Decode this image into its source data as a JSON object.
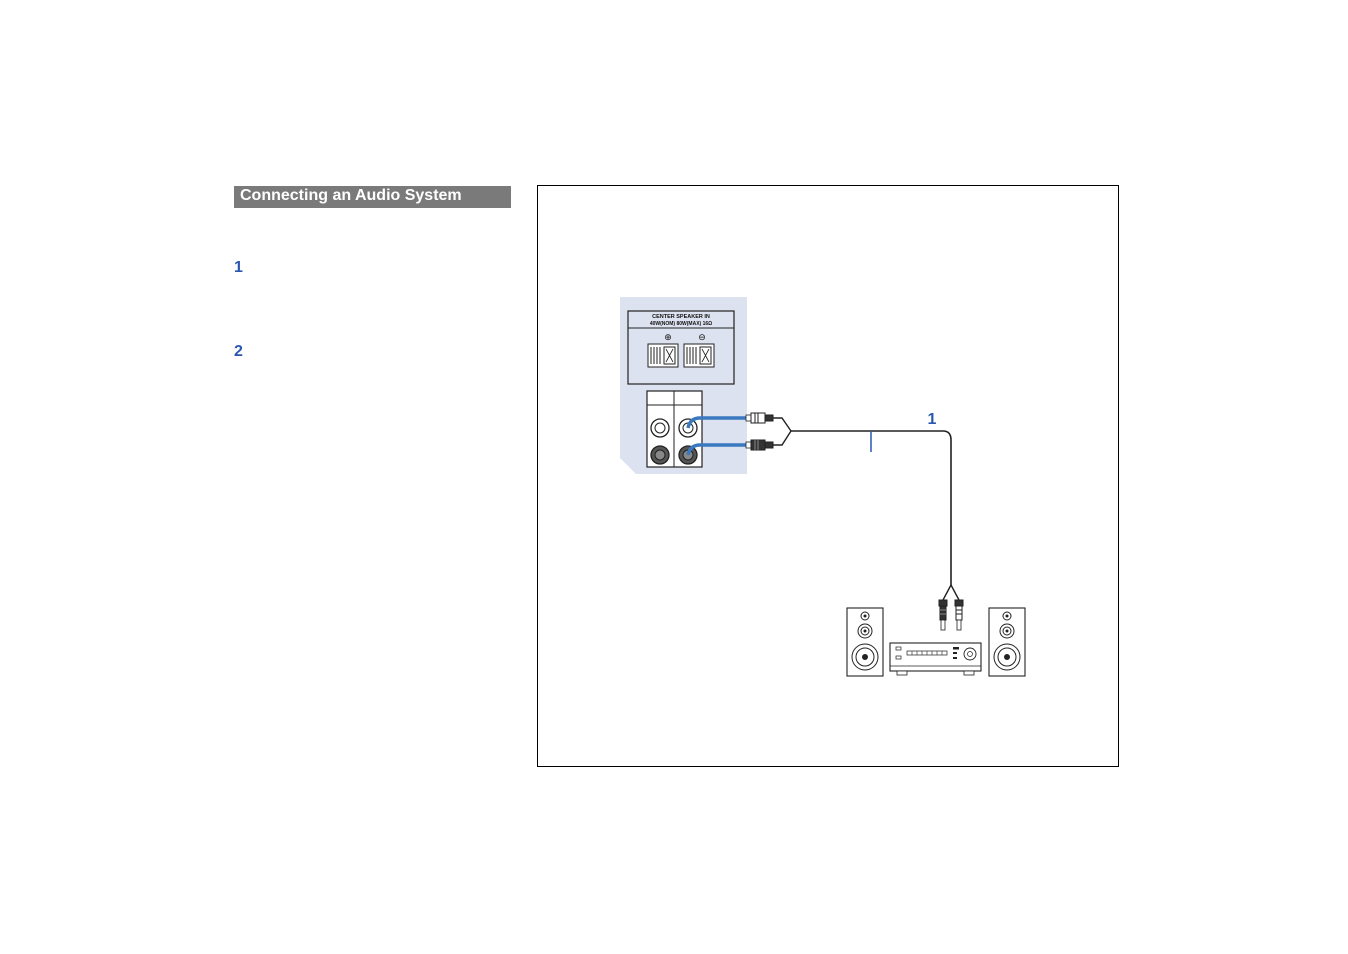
{
  "section": {
    "title": "Connecting an Audio System"
  },
  "steps": [
    {
      "number": "1"
    },
    {
      "number": "2"
    }
  ],
  "diagram": {
    "panel_title": "CENTER SPEAKER IN",
    "panel_rating": "40W(NOM)   80W(MAX)  16Ω",
    "plus_symbol": "⊕",
    "minus_symbol": "⊖",
    "callout_number": "1"
  },
  "colors": {
    "accent_blue": "#2a58b0",
    "cable_blue": "#3a78c0",
    "panel_bg": "#dde2f0",
    "title_bar": "#7a7a7a"
  }
}
